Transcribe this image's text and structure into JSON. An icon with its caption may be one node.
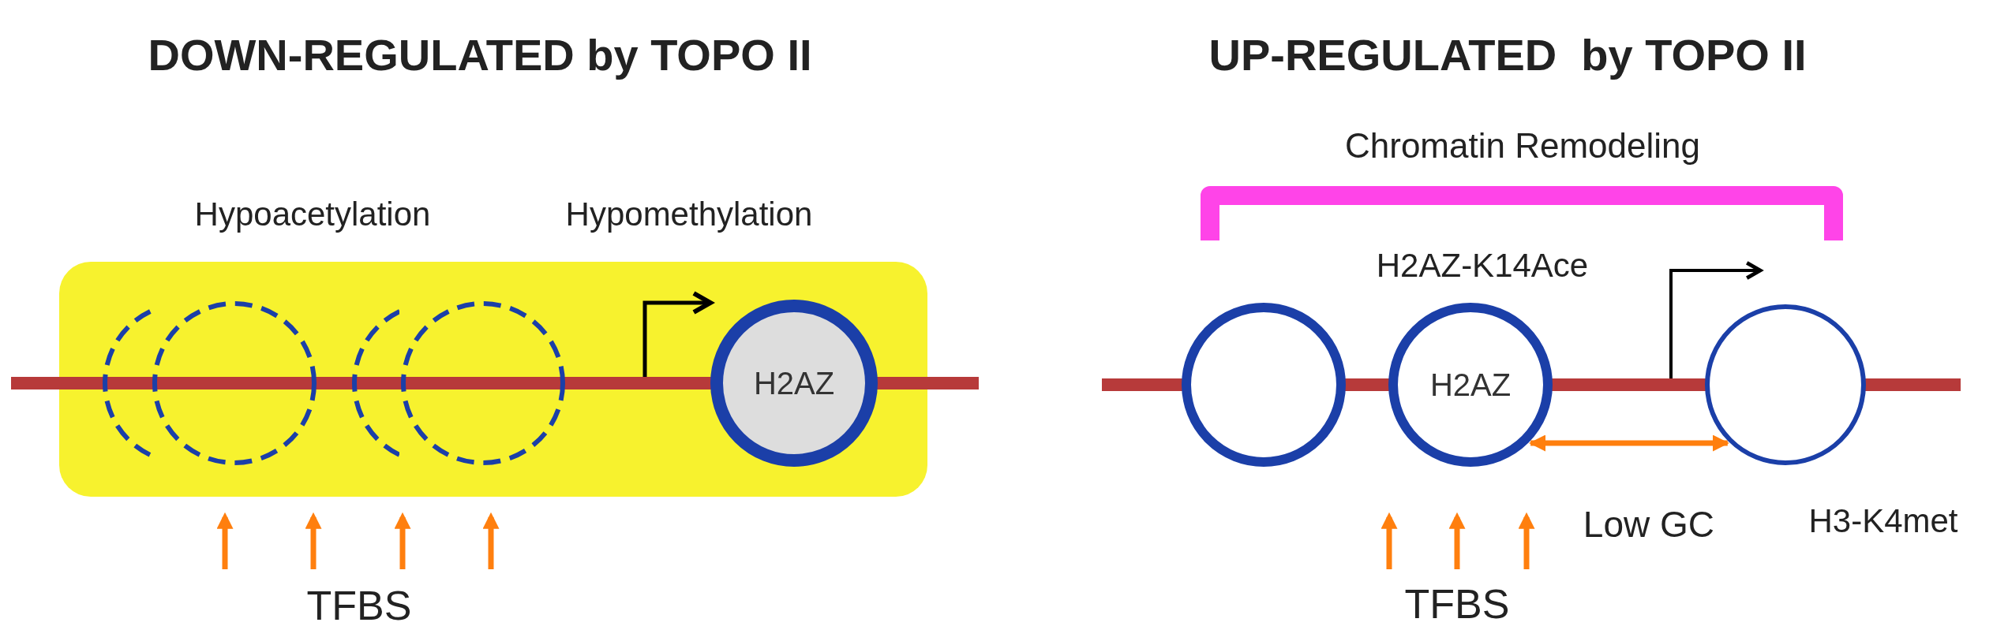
{
  "diagram": {
    "nodes": [
      {
        "text": [],
        "shape": "circle"
      },
      {
        "text": [],
        "shape": "circle"
      },
      {
        "text": [],
        "shape": "circle"
      },
      {
        "text": [],
        "shape": "circle"
      },
      {
        "text": [
          "H2AZ"
        ]
      },
      {
        "text": [],
        "shape": "circle"
      },
      {
        "text": [
          "H2AZ"
        ],
        "beside": [
          "H2AZ-K14Ace"
        ]
      },
      {
        "text": [],
        "shape": "circle",
        "beside": [
          "H3-K4met"
        ]
      }
    ],
    "edges": [
      {
        "from": 6,
        "to": 7,
        "arrow": "both",
        "label": "Low GC"
      }
    ],
    "labels": [
      "DOWN-REGULATED by TOPO II",
      "UP-REGULATED  by TOPO II",
      "Hypoacetylation",
      "Hypomethylation",
      "Chromatin Remodeling",
      "TFBS",
      "TFBS"
    ]
  }
}
